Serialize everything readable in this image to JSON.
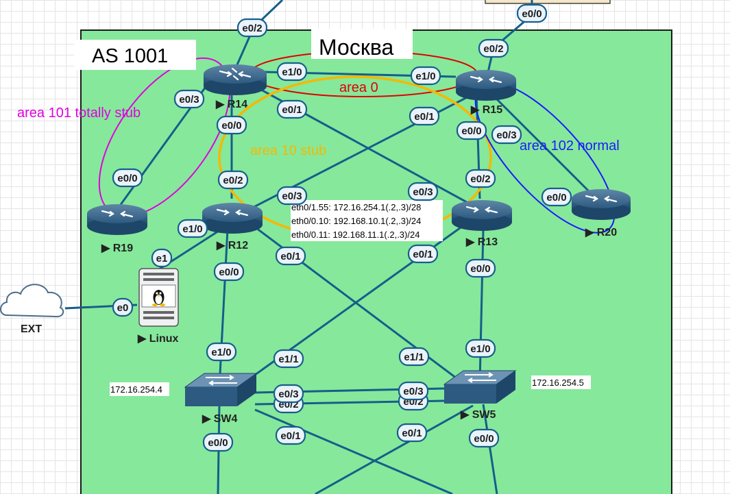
{
  "diagram": {
    "as_label": "AS 1001",
    "city_label": "Москва",
    "areas": [
      {
        "label": "area 0",
        "color": "#e00000"
      },
      {
        "label": "area 10 stub",
        "color": "#f5b800"
      },
      {
        "label": "area 101 totally stub",
        "color": "#e000e0"
      },
      {
        "label": "area 102 normal",
        "color": "#1a1aff"
      }
    ],
    "devices": [
      "R14",
      "R15",
      "R12",
      "R13",
      "R19",
      "R20",
      "Linux",
      "EXT",
      "SW4",
      "SW5"
    ],
    "ports": {
      "r14_top": "e0/2",
      "r15_top": "e0/2",
      "r15_top2": "e0/0",
      "r14_r15_a": "e1/0",
      "r14_r15_b": "e1/0",
      "r14_e03": "e0/3",
      "r19_e00": "e0/0",
      "r14_e00": "e0/0",
      "r12_e02": "e0/2",
      "r14_e01": "e0/1",
      "r13_e03": "e0/3",
      "r15_e01": "e0/1",
      "r12_e03": "e0/3",
      "r15_e00": "e0/0",
      "r13_e02": "e0/2",
      "r15_e03": "e0/3",
      "r20_e00": "e0/0",
      "r12_e10": "e1/0",
      "linux_e1": "e1",
      "linux_e0": "e0",
      "r12_e00": "e0/0",
      "sw4_e10": "e1/0",
      "r12_e01": "e0/1",
      "sw5_e11": "e1/1",
      "r13_e01": "e0/1",
      "sw4_e11": "e1/1",
      "r13_e00": "e0/0",
      "sw5_e10": "e1/0",
      "sw4_e03": "e0/3",
      "sw4_e02": "e0/2",
      "sw5_e03": "e0/3",
      "sw5_e02": "e0/2",
      "sw4_e01": "e0/1",
      "sw5_e01": "e0/1",
      "sw4_e00": "e0/0",
      "sw5_e00": "e0/0"
    },
    "notes": {
      "r13_sub1": "eth0/1.55: 172.16.254.1(.2,.3)/28",
      "r13_sub2": "eth0/0.10: 192.168.10.1(.2,.3)/24",
      "r13_sub3": "eth0/0.11: 192.168.11.1(.2,.3)/24",
      "sw4_ip": "172.16.254.4",
      "sw5_ip": "172.16.254.5"
    }
  }
}
